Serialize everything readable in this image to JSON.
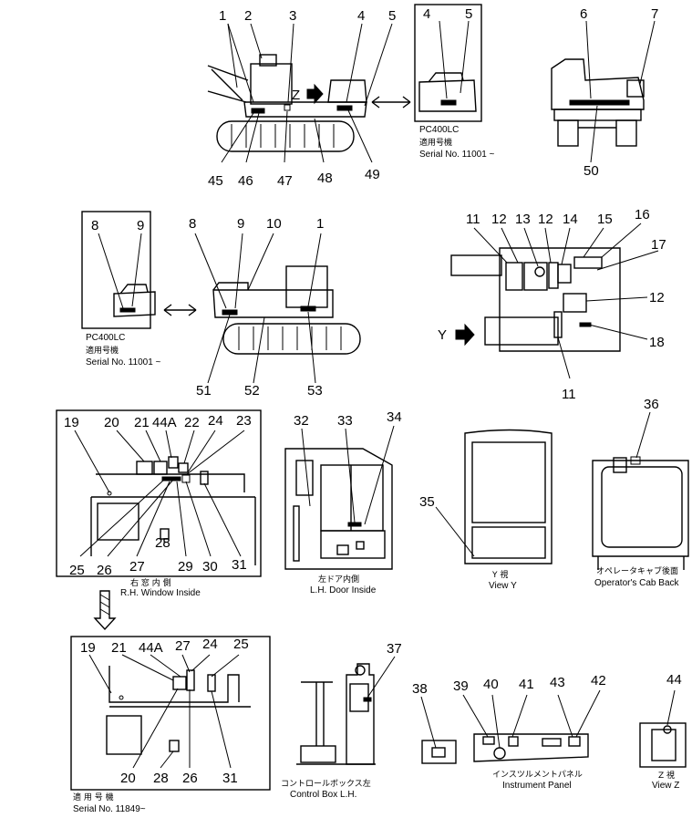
{
  "callouts": [
    "1",
    "2",
    "3",
    "4",
    "5",
    "4",
    "5",
    "6",
    "7",
    "45",
    "46",
    "47",
    "48",
    "49",
    "50",
    "8",
    "9",
    "8",
    "9",
    "10",
    "1",
    "11",
    "12",
    "13",
    "12",
    "14",
    "15",
    "16",
    "17",
    "12",
    "18",
    "11",
    "51",
    "52",
    "53",
    "19",
    "20",
    "21",
    "44A",
    "22",
    "24",
    "23",
    "25",
    "26",
    "27",
    "28",
    "29",
    "30",
    "31",
    "32",
    "33",
    "34",
    "35",
    "36",
    "19",
    "21",
    "44A",
    "27",
    "24",
    "25",
    "20",
    "28",
    "26",
    "31",
    "37",
    "38",
    "39",
    "40",
    "41",
    "43",
    "42",
    "44"
  ],
  "arrow_letters": {
    "z": "Z",
    "y": "Y"
  },
  "captions": {
    "pc400_top": {
      "model": "PC400LC",
      "jp": "適用号機",
      "serial": "Serial No. 11001 ~"
    },
    "pc400_mid": {
      "model": "PC400LC",
      "jp": "適用号機",
      "serial": "Serial No. 11001 ~"
    },
    "rh_window": {
      "jp": "右 窓 内 側",
      "en": "R.H. Window Inside"
    },
    "lh_door": {
      "jp": "左ドア内側",
      "en": "L.H. Door Inside"
    },
    "view_y": {
      "jp": "Y 視",
      "en": "View Y"
    },
    "cab_back": {
      "jp": "オペレータキャブ後面",
      "en": "Operator's Cab Back"
    },
    "serial_11849": {
      "jp": "適 用 号 機",
      "en": "Serial No. 11849~"
    },
    "control_box": {
      "jp": "コントロールボックス左",
      "en": "Control Box L.H."
    },
    "instrument": {
      "jp": "インスツルメントパネル",
      "en": "Instrument Panel"
    },
    "view_z": {
      "jp": "Z 視",
      "en": "View Z"
    }
  }
}
